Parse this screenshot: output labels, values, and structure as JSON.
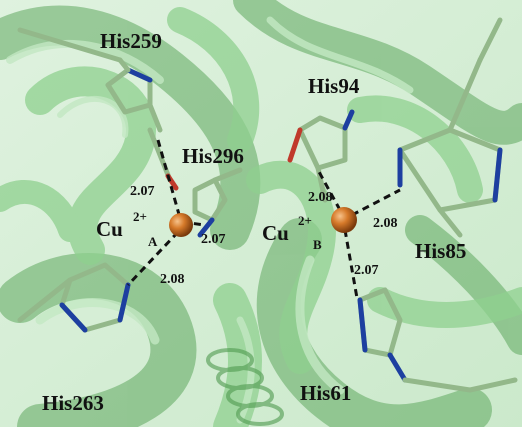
{
  "residues": {
    "his259": "His259",
    "his296": "His296",
    "his94": "His94",
    "his85": "His85",
    "his263": "His263",
    "his61": "His61"
  },
  "ions": {
    "a": {
      "base": "Cu",
      "charge": "2+",
      "site": "A"
    },
    "b": {
      "base": "Cu",
      "charge": "2+",
      "site": "B"
    }
  },
  "distances": {
    "a_his259": "2.07",
    "a_his296": "2.07",
    "a_his263": "2.08",
    "b_his94": "2.08",
    "b_his85": "2.08",
    "b_his61": "2.07"
  },
  "colors": {
    "ribbon": "#8fd08f",
    "ribbon_dark": "#4f9a4f",
    "ribbon_light": "#c3e8c3",
    "carbon": "#93b88a",
    "nitrogen": "#1d3fa0",
    "oxygen": "#c0392b",
    "copper": "#c9691f",
    "bond": "#111111"
  }
}
